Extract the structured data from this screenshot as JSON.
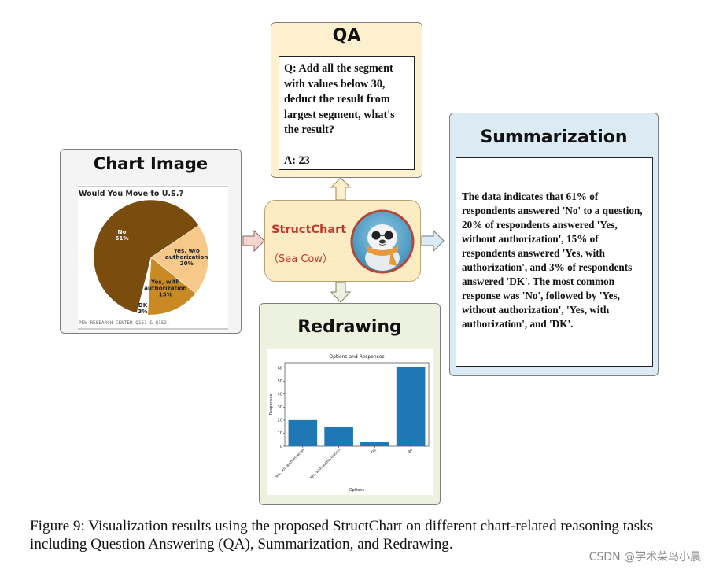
{
  "chart_image": {
    "title": "Chart Image",
    "pie_title": "Would You Move to U.S.?",
    "source": "PEW RESEARCH CENTER Q151 & Q152."
  },
  "qa": {
    "title": "QA",
    "question": "Q: Add all the segment with values below 30, deduct the result from largest segment, what's the result?",
    "answer": "A: 23"
  },
  "center": {
    "name": "StructChart",
    "subtitle": "（Sea Cow）"
  },
  "summarization": {
    "title": "Summarization",
    "text": "The data indicates that 61% of respondents answered 'No' to a question, 20% of respondents answered 'Yes, without authorization', 15% of respondents answered 'Yes, with authorization', and 3% of respondents answered 'DK'. The most common response was 'No', followed by 'Yes, without authorization', 'Yes, with authorization', and 'DK'."
  },
  "redrawing": {
    "title": "Redrawing"
  },
  "caption": "Figure 9: Visualization results using the proposed StructChart on different chart-related reasoning tasks including Question Answering (QA), Summarization, and Redrawing.",
  "watermark": "CSDN @学术菜鸟小晨",
  "colors": {
    "pie_no": "#7a4d0f",
    "pie_yes_wo": "#f6c98a",
    "pie_yes_with": "#c98a24",
    "pie_dk": "#ffffff",
    "bar": "#1f77b4",
    "structchart_text": "#c0392b"
  },
  "chart_data": [
    {
      "type": "pie",
      "title": "Would You Move to U.S.?",
      "categories": [
        "No",
        "Yes, w/o authorization",
        "Yes, with authorization",
        "DK"
      ],
      "labels": [
        "No\n61%",
        "Yes, w/o\nauthorization\n20%",
        "Yes, with\nauthorization\n15%",
        "DK\n3%"
      ],
      "values": [
        61,
        20,
        15,
        3
      ]
    },
    {
      "type": "bar",
      "title": "Options and Responses",
      "xlabel": "Options",
      "ylabel": "Responses",
      "categories": [
        "Yes, w/o authorization",
        "Yes, with authorization",
        "DK",
        "No"
      ],
      "values": [
        20,
        15,
        3,
        61
      ],
      "yticks": [
        0,
        10,
        20,
        30,
        40,
        50,
        60
      ],
      "ylim": [
        0,
        64
      ]
    }
  ]
}
